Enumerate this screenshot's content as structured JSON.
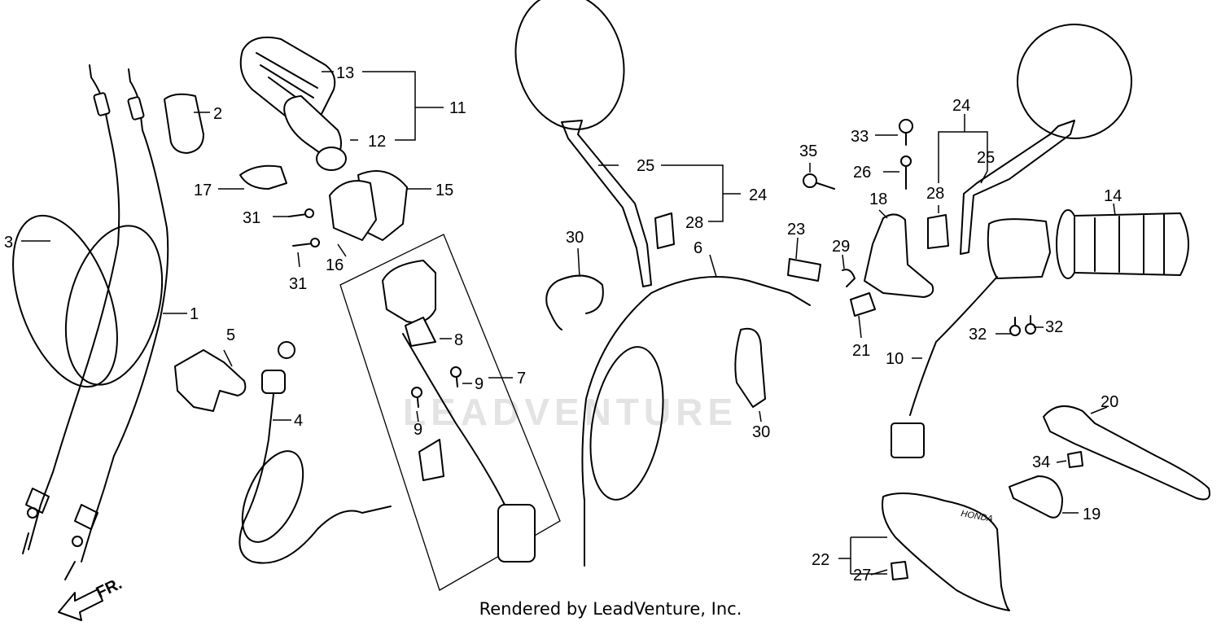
{
  "watermark": "LEADVENTURE",
  "front_indicator": "FR.",
  "footer": "Rendered by LeadVenture, Inc.",
  "guard_logo": "HONDA",
  "callouts": {
    "c1": "1",
    "c2": "2",
    "c3": "3",
    "c4": "4",
    "c5": "5",
    "c6": "6",
    "c7": "7",
    "c8": "8",
    "c9a": "9",
    "c9b": "9",
    "c10": "10",
    "c11": "11",
    "c12": "12",
    "c13": "13",
    "c14": "14",
    "c15": "15",
    "c16": "16",
    "c17": "17",
    "c18": "18",
    "c19": "19",
    "c20": "20",
    "c21": "21",
    "c22": "22",
    "c23": "23",
    "c24a": "24",
    "c24b": "24",
    "c25a": "25",
    "c25b": "25",
    "c26": "26",
    "c27": "27",
    "c28a": "28",
    "c28b": "28",
    "c29": "29",
    "c30a": "30",
    "c30b": "30",
    "c31a": "31",
    "c31b": "31",
    "c32a": "32",
    "c32b": "32",
    "c33": "33",
    "c34": "34",
    "c35": "35"
  }
}
